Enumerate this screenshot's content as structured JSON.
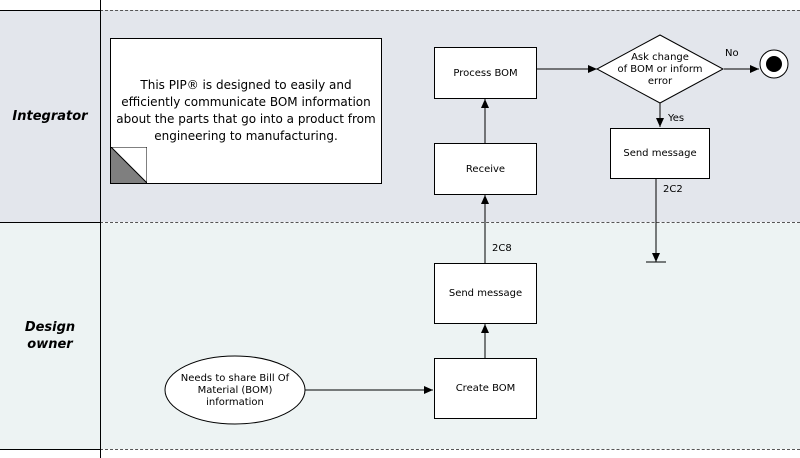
{
  "lanes": {
    "integrator": "Integrator",
    "design_owner_line1": "Design",
    "design_owner_line2": "owner"
  },
  "colors": {
    "integrator_lane": "#e3e6ec",
    "design_lane": "#edf3f3",
    "end_fill": "#000000"
  },
  "note": {
    "text": "This PIP® is designed to easily and efficiently communicate BOM information about the parts that go into a product from engineering to manufacturing."
  },
  "nodes": {
    "process_bom": "Process BOM",
    "receive": "Receive",
    "send_message_integrator": "Send message",
    "decision_line1": "Ask change",
    "decision_line2": "of BOM or inform",
    "decision_line3": "error",
    "send_message_design": "Send message",
    "create_bom": "Create BOM",
    "start_line1": "Needs to share Bill Of",
    "start_line2": "Material (BOM)",
    "start_line3": "information"
  },
  "edge_labels": {
    "no": "No",
    "yes": "Yes",
    "code_2c8": "2C8",
    "code_2c2": "2C2"
  }
}
